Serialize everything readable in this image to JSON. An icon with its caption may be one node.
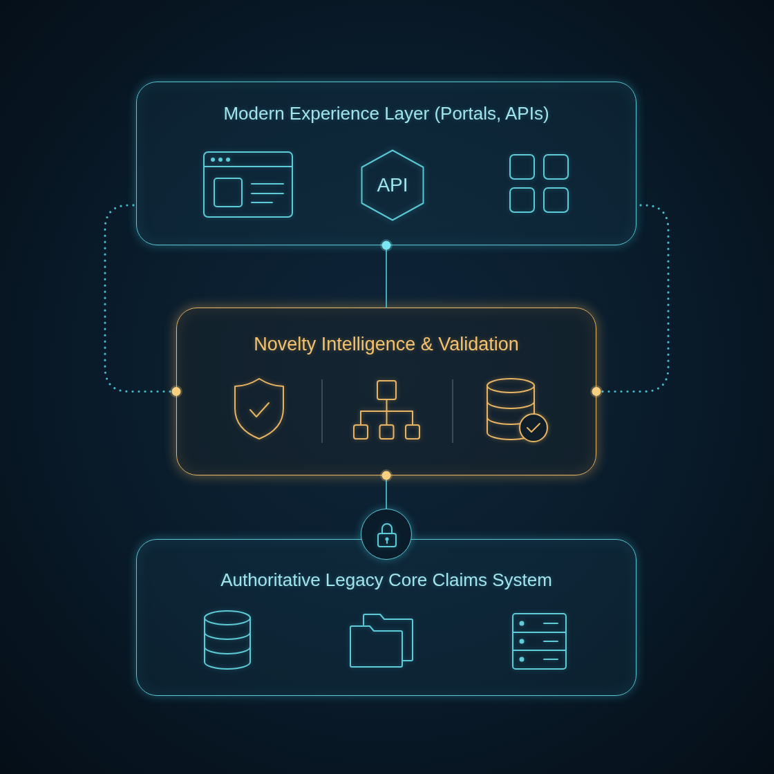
{
  "diagram": {
    "nodes": [
      {
        "text": [
          "Modern Experience Layer (Portals, APIs)"
        ]
      },
      {
        "text": [
          "API"
        ],
        "in": 0
      },
      {
        "text": [
          "Novelty Intelligence & Validation"
        ]
      },
      {
        "text": [],
        "shape": "circle"
      },
      {
        "text": [
          "Authoritative Legacy Core Claims System"
        ]
      }
    ],
    "edges": [
      {
        "from": 0,
        "to": 2,
        "arrow": "other"
      },
      {
        "from": 2,
        "to": 0,
        "arrow": "other",
        "style": "dashed"
      },
      {
        "from": 2,
        "to": 0,
        "arrow": "other",
        "style": "dashed"
      },
      {
        "from": 2,
        "to": 3,
        "arrow": "other"
      }
    ]
  }
}
